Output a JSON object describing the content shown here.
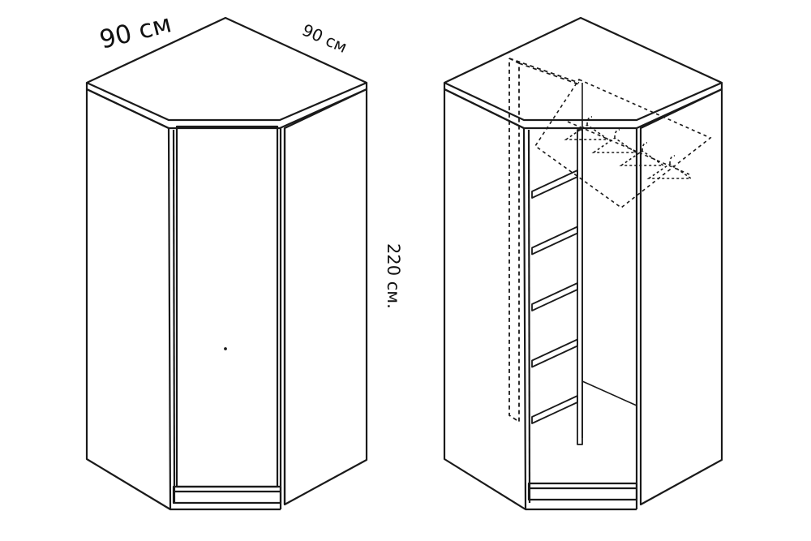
{
  "dimensions": {
    "width_front": "90 см",
    "width_side": "90 см",
    "height": "220 см."
  },
  "drawings": {
    "left": {
      "view": "closed",
      "door_count": 1
    },
    "right": {
      "view": "open",
      "shelf_count": 5,
      "has_hanging_rail": true,
      "hanger_count": 4
    }
  },
  "colors": {
    "stroke": "#1a1a1a",
    "background": "#ffffff"
  }
}
